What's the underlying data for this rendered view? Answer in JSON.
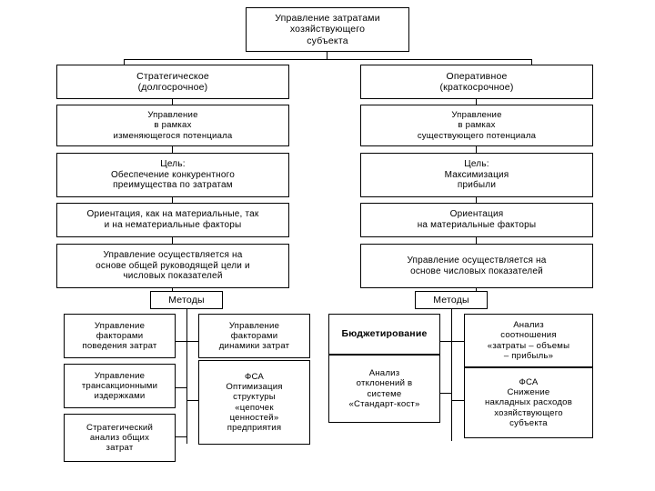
{
  "diagram": {
    "title_box": {
      "label": "Управление затратами\nхозяйствующего\nсубъекта"
    },
    "columns": [
      {
        "name": "strategic",
        "header": "Стратегическое\n(долгосрочное)",
        "nodes": [
          "Управление\nв рамках\nизменяющегося потенциала",
          "Цель:\nОбеспечение конкурентного\nпреимущества по затратам",
          "Ориентация, как на материальные, так\nи на нематериальные факторы",
          "Управление осуществляется на\nоснове общей руководящей цели и\nчисловых показателей"
        ],
        "methods_label": "Методы",
        "methods_left": [
          "Управление\nфакторами\nповедения затрат",
          "Управление\nтрансакционными\nиздержками",
          "Стратегический\nанализ общих\nзатрат"
        ],
        "methods_right": [
          "Управление\nфакторами\nдинамики затрат",
          "ФСА\nОптимизация\nструктуры\n«цепочек\nценностей»\nпредприятия"
        ]
      },
      {
        "name": "operational",
        "header": "Оперативное\n(краткосрочное)",
        "nodes": [
          "Управление\nв рамках\nсуществующего потенциала",
          "Цель:\nМаксимизация\nприбыли",
          "Ориентация\nна материальные факторы",
          "Управление осуществляется на\nоснове числовых показателей"
        ],
        "methods_label": "Методы",
        "methods_left": [
          "Бюджетирование",
          "Анализ\nотклонений в\nсистеме\n«Стандарт-кост»"
        ],
        "methods_right": [
          "Анализ\nсоотношения\n«затраты – объемы\n– прибыль»",
          "ФСА\nСнижение\nнакладных расходов\nхозяйствующего\nсубъекта"
        ]
      }
    ],
    "colors": {
      "background": "#ffffff",
      "stroke": "#000000",
      "text": "#000000"
    }
  }
}
